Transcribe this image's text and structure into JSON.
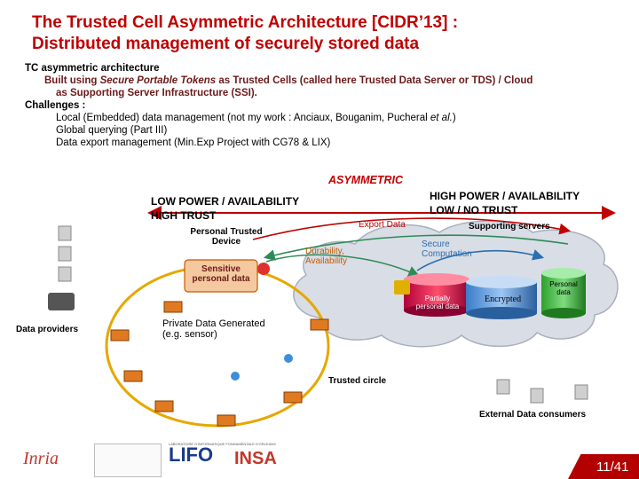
{
  "title": {
    "line1": "The Trusted Cell Asymmetric Architecture [CIDR’13] :",
    "line2": "Distributed management of securely stored data"
  },
  "bullets": {
    "tc": "TC asymmetric architecture",
    "built_prefix": "Built using ",
    "built_italic": "Secure Portable Tokens",
    "built_rest": " as Trusted Cells (called here Trusted Data Server or TDS) / Cloud",
    "built_cont": "as Supporting Server Infrastructure (SSI).",
    "challenges": "Challenges :",
    "c1_prefix": "Local (Embedded) data management (not my work : Anciaux, Bouganim, Pucheral ",
    "c1_italic": "et al.",
    "c1_suffix": ")",
    "c2": "Global querying (Part III)",
    "c3": "Data export management (Min.Exp Project with CG78 & LIX)"
  },
  "diagram": {
    "asymmetric": "ASYMMETRIC",
    "low_power": "LOW POWER / AVAILABILITY",
    "high_trust": "HIGH TRUST",
    "high_power": "HIGH POWER / AVAILABILITY",
    "low_trust": "LOW / NO TRUST",
    "ptd_line1": "Personal Trusted",
    "ptd_line2": "Device",
    "sensitive_line1": "Sensitive",
    "sensitive_line2": "personal data",
    "export_data": "Export Data",
    "durability": "Durability,",
    "availability": "Availability",
    "secure": "Secure",
    "computation": "Computation",
    "supporting_servers": "Supporting servers",
    "encrypted": "Encrypted",
    "personal_data_line1": "Personal",
    "personal_data_line2": "data",
    "partial_line1": "Partially",
    "partial_line2": "personal data",
    "data_providers": "Data providers",
    "private_line1": "Private Data Generated",
    "private_line2": "(e.g. sensor)",
    "trusted_circle": "Trusted circle",
    "external_consumers": "External Data consumers"
  },
  "footer": {
    "inria": "Inria",
    "lifo": "LIFO",
    "lifo_sub": "LABORATOIRE D'INFORMATIQUE FONDAMENTALE D'ORLEANS",
    "insa": "INSA",
    "page": "11/41"
  },
  "colors": {
    "title": "#c00000",
    "accent_red": "#b30000",
    "green": "#2e8b57",
    "orange": "#d96b00",
    "cloud": "#d9dde6"
  }
}
